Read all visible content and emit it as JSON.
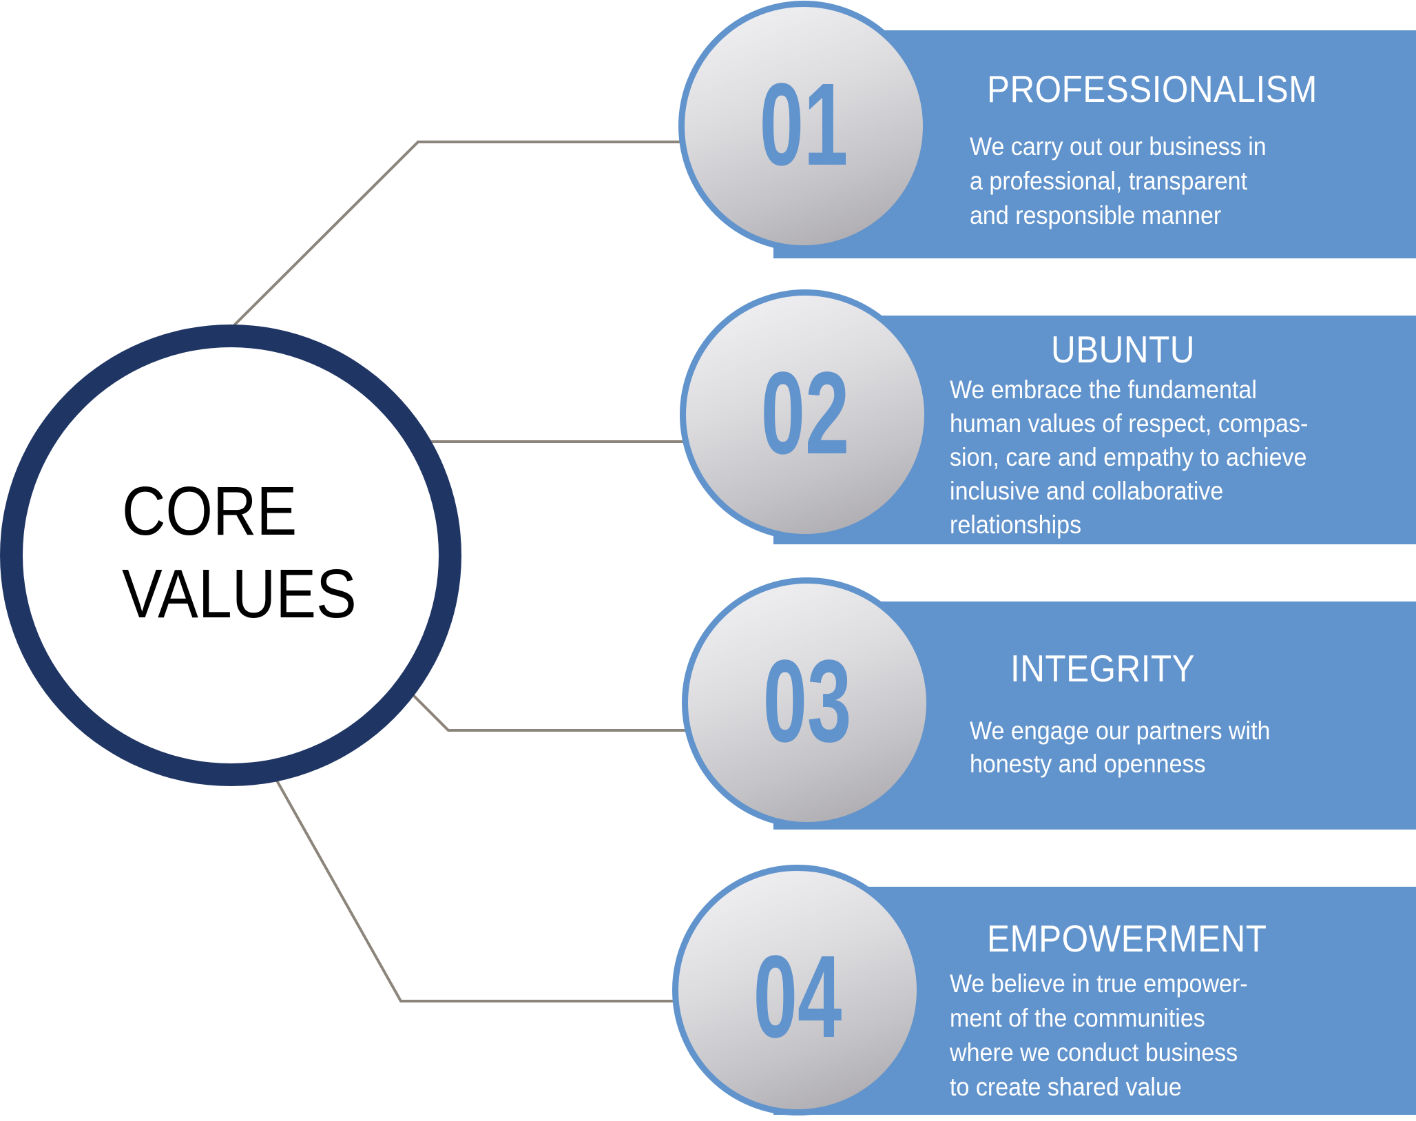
{
  "diagram": {
    "center": {
      "title_line1": "CORE",
      "title_line2": "VALUES",
      "ring_color": "#1f3564"
    },
    "accent_color": "#6193cc",
    "connector_color": "#8c857b",
    "values": [
      {
        "number": "01",
        "title": "PROFESSIONALISM",
        "description_lines": [
          "We carry out our business in",
          "a professional, transparent",
          "and responsible manner"
        ]
      },
      {
        "number": "02",
        "title": "UBUNTU",
        "description_lines": [
          "We embrace the fundamental",
          "human values of respect, compas-",
          "sion, care and empathy to achieve",
          "inclusive and collaborative",
          "relationships"
        ]
      },
      {
        "number": "03",
        "title": "INTEGRITY",
        "description_lines": [
          "We engage our partners with",
          "honesty and openness"
        ]
      },
      {
        "number": "04",
        "title": "EMPOWERMENT",
        "description_lines": [
          "We believe in true empower-",
          "ment of the communities",
          "where we conduct business",
          "to create shared value"
        ]
      }
    ]
  }
}
